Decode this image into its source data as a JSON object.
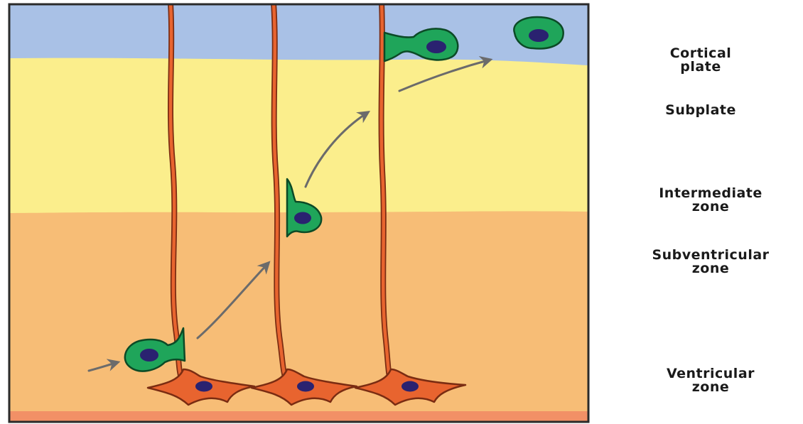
{
  "labels": {
    "cortical_plate": [
      "Cortical",
      "plate"
    ],
    "subplate": [
      "Subplate"
    ],
    "intermediate_zone": [
      "Intermediate",
      "zone"
    ],
    "subventricular_zone": [
      "Subventricular",
      "zone"
    ],
    "ventricular_zone": [
      "Ventricular",
      "zone"
    ]
  },
  "colors": {
    "cortical_plate": "#a9c1e6",
    "subplate": "#fbee8c",
    "zone": "#f7bd76",
    "ventricular_floor": "#f29066",
    "radial_glia": "#e8642f",
    "neuron": "#1fa55a",
    "nucleus": "#2a2270",
    "arrow": "#6b6b6b",
    "frame": "#2a2a2a"
  }
}
